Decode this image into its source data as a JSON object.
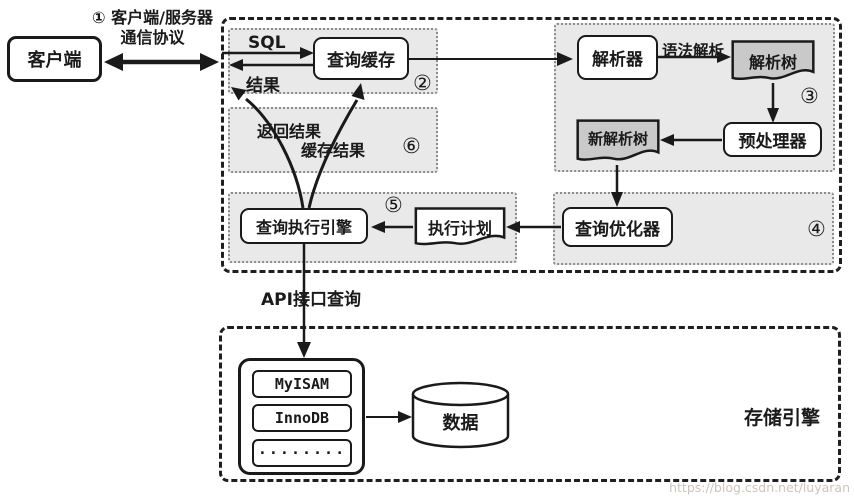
{
  "client": {
    "label": "客户端"
  },
  "protocol": {
    "line1": "① 客户端/服务器",
    "line2": "通信协议"
  },
  "server": {
    "sql": "SQL",
    "result": "结果",
    "query_cache": "查询缓存",
    "region2_badge": "②",
    "return_result": "返回结果",
    "cache_result": "缓存结果",
    "region6_badge": "⑥",
    "parser": "解析器",
    "syntax_parse": "语法解析",
    "parse_tree": "解析树",
    "region3_badge": "③",
    "preprocessor": "预处理器",
    "new_parse_tree": "新解析树",
    "optimizer": "查询优化器",
    "region4_badge": "④",
    "exec_plan": "执行计划",
    "exec_engine": "查询执行引擎",
    "region5_badge": "⑤"
  },
  "api_label": "API接口查询",
  "storage": {
    "engines": [
      "MyISAM",
      "InnoDB",
      "········"
    ],
    "data": "数据",
    "label": "存储引擎"
  },
  "watermark": "https://blog.csdn.net/luyaran",
  "colors": {
    "stroke": "#1a1a1a",
    "region_fill": "#e9e9e9",
    "doc_fill": "#c9c9c9",
    "white": "#ffffff"
  }
}
